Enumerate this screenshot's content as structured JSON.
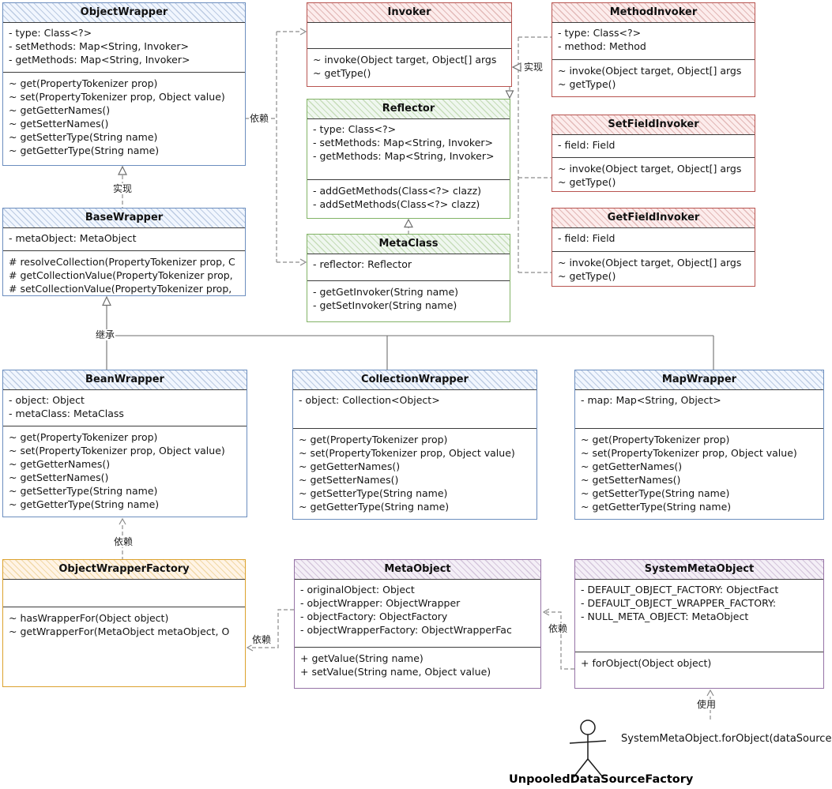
{
  "palette": {
    "blue": {
      "stroke": "#6c8ebf",
      "fill": "#dae8fc"
    },
    "red": {
      "stroke": "#b85450",
      "fill": "#f8cecc"
    },
    "green": {
      "stroke": "#82b366",
      "fill": "#d5e8d4"
    },
    "orange": {
      "stroke": "#dca22e",
      "fill": "#ffe6cc"
    },
    "purple": {
      "stroke": "#9673a6",
      "fill": "#e1d5e7"
    }
  },
  "classes": {
    "objectWrapper": {
      "name": "ObjectWrapper",
      "attributes": [
        "- type: Class<?>",
        "- setMethods:  Map<String, Invoker>",
        "- getMethods:  Map<String, Invoker>"
      ],
      "methods": [
        "~ get(PropertyTokenizer prop)",
        "~ set(PropertyTokenizer prop, Object value)",
        "~ getGetterNames()",
        "~ getSetterNames()",
        "~ getSetterType(String name)",
        "~ getGetterType(String name)"
      ]
    },
    "invoker": {
      "name": "Invoker",
      "attributes": [],
      "methods": [
        "~ invoke(Object target, Object[] args",
        "~ getType()"
      ]
    },
    "methodInvoker": {
      "name": "MethodInvoker",
      "attributes": [
        "- type:  Class<?>",
        "- method:  Method"
      ],
      "methods": [
        "~ invoke(Object target, Object[] args",
        "~ getType()"
      ]
    },
    "reflector": {
      "name": "Reflector",
      "attributes": [
        "- type: Class<?>",
        "- setMethods:  Map<String, Invoker>",
        "- getMethods:  Map<String, Invoker>"
      ],
      "methods": [
        "- addGetMethods(Class<?> clazz)",
        "- addSetMethods(Class<?> clazz)"
      ]
    },
    "setFieldInvoker": {
      "name": "SetFieldInvoker",
      "attributes": [
        "- field:  Field"
      ],
      "methods": [
        "~ invoke(Object target, Object[] args",
        "~ getType()"
      ]
    },
    "getFieldInvoker": {
      "name": "GetFieldInvoker",
      "attributes": [
        "- field:  Field"
      ],
      "methods": [
        "~ invoke(Object target, Object[] args",
        "~ getType()"
      ]
    },
    "metaClass": {
      "name": "MetaClass",
      "attributes": [
        "- reflector:  Reflector"
      ],
      "methods": [
        "- getGetInvoker(String name)",
        "- getSetInvoker(String name)"
      ]
    },
    "baseWrapper": {
      "name": "BaseWrapper",
      "attributes": [
        "- metaObject: MetaObject"
      ],
      "methods": [
        "# resolveCollection(PropertyTokenizer prop, C",
        "# getCollectionValue(PropertyTokenizer prop,",
        "# setCollectionValue(PropertyTokenizer prop,"
      ]
    },
    "beanWrapper": {
      "name": "BeanWrapper",
      "attributes": [
        "- object: Object",
        "- metaClass:  MetaClass"
      ],
      "methods": [
        "~ get(PropertyTokenizer prop)",
        "~ set(PropertyTokenizer prop, Object value)",
        "~ getGetterNames()",
        "~ getSetterNames()",
        "~ getSetterType(String name)",
        "~ getGetterType(String name)"
      ]
    },
    "collectionWrapper": {
      "name": "CollectionWrapper",
      "attributes": [
        "- object: Collection<Object>"
      ],
      "methods": [
        "~ get(PropertyTokenizer prop)",
        "~ set(PropertyTokenizer prop, Object value)",
        "~ getGetterNames()",
        "~ getSetterNames()",
        "~ getSetterType(String name)",
        "~ getGetterType(String name)"
      ]
    },
    "mapWrapper": {
      "name": "MapWrapper",
      "attributes": [
        "- map: Map<String, Object>"
      ],
      "methods": [
        "~ get(PropertyTokenizer prop)",
        "~ set(PropertyTokenizer prop, Object value)",
        "~ getGetterNames()",
        "~ getSetterNames()",
        "~ getSetterType(String name)",
        "~ getGetterType(String name)"
      ]
    },
    "objectWrapperFactory": {
      "name": "ObjectWrapperFactory",
      "attributes": [],
      "methods": [
        "~ hasWrapperFor(Object object)",
        "~ getWrapperFor(MetaObject metaObject, O"
      ]
    },
    "metaObject": {
      "name": "MetaObject",
      "attributes": [
        "- originalObject:  Object",
        "- objectWrapper:  ObjectWrapper",
        "- objectFactory:  ObjectFactory",
        "- objectWrapperFactory:  ObjectWrapperFac"
      ],
      "methods": [
        "+ getValue(String name)",
        "+ setValue(String name, Object value)"
      ]
    },
    "systemMetaObject": {
      "name": "SystemMetaObject",
      "attributes": [
        "- DEFAULT_OBJECT_FACTORY:  ObjectFact",
        "- DEFAULT_OBJECT_WRAPPER_FACTORY:",
        "- NULL_META_OBJECT:  MetaObject"
      ],
      "methods": [
        "+ forObject(Object object)"
      ]
    }
  },
  "relations": {
    "objectwrapper_dependency": "依赖",
    "objectwrapper_realize": "实现",
    "invoker_realize": "实现",
    "inherit": "继承",
    "beanwrapper_dependency": "依赖",
    "metaobject_dependency": "依赖",
    "systemmetaobject_dependency": "依赖",
    "use": "使用"
  },
  "actor": {
    "label": "UnpooledDataSourceFactory"
  },
  "note": {
    "text": "SystemMetaObject.forObject(dataSource)"
  }
}
